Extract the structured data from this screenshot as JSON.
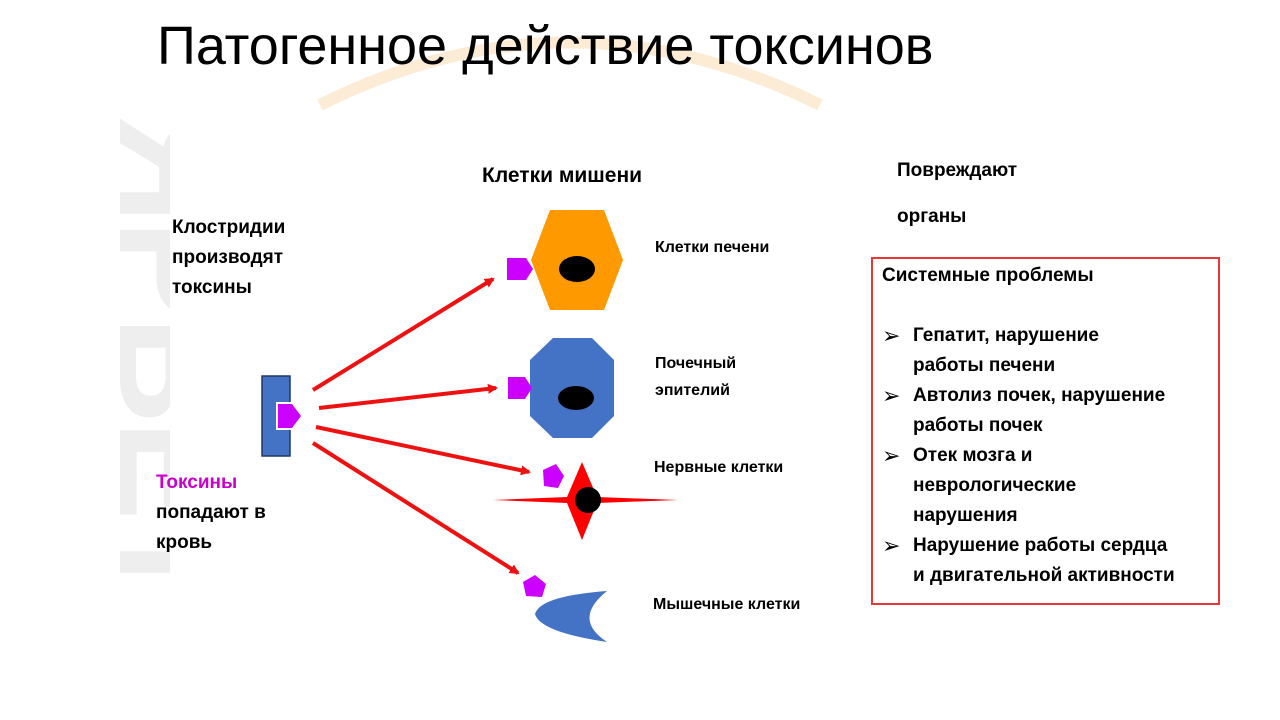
{
  "title": "Патогенное действие токсинов",
  "watermark": "ЯРВЕТ",
  "labels": {
    "clostridia": [
      "Клостридии",
      "производят",
      "токсины"
    ],
    "toxins_word": "Токсины",
    "toxins_rest": [
      "попадают в",
      "кровь"
    ],
    "target_cells": "Клетки мишени",
    "damage": [
      "Повреждают",
      "органы"
    ]
  },
  "cells": [
    {
      "name": "Клетки печени",
      "color": "#FF9900"
    },
    {
      "name_lines": [
        "Почечный",
        "эпителий"
      ],
      "color": "#4472C4"
    },
    {
      "name": "Нервные клетки",
      "color": "#FF0000"
    },
    {
      "name": "Мышечные клетки",
      "color": "#4472C4"
    }
  ],
  "systemic": {
    "title": "Системные проблемы",
    "items": [
      [
        "Гепатит, нарушение",
        "работы печени"
      ],
      [
        "Автолиз почек, нарушение",
        "работы почек"
      ],
      [
        "Отек мозга и",
        "неврологические",
        "нарушения"
      ],
      [
        "Нарушение работы сердца",
        "и двигательной активности"
      ]
    ]
  },
  "colors": {
    "arrow": "#EE1111",
    "toxin": "#CC00FF",
    "box_border": "#E53935",
    "watermark": "#EEEEEE"
  }
}
